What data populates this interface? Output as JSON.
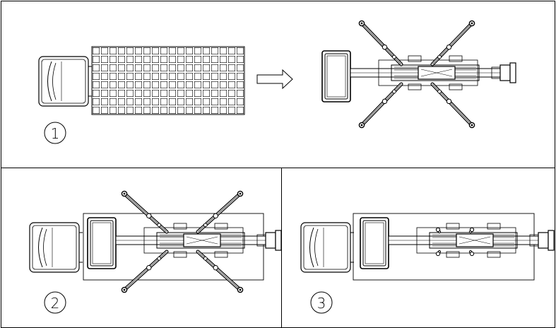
{
  "diagram": {
    "steps": [
      {
        "number": "1"
      },
      {
        "number": "2"
      },
      {
        "number": "3"
      }
    ],
    "line_color": "#000000",
    "background": "#ffffff"
  }
}
